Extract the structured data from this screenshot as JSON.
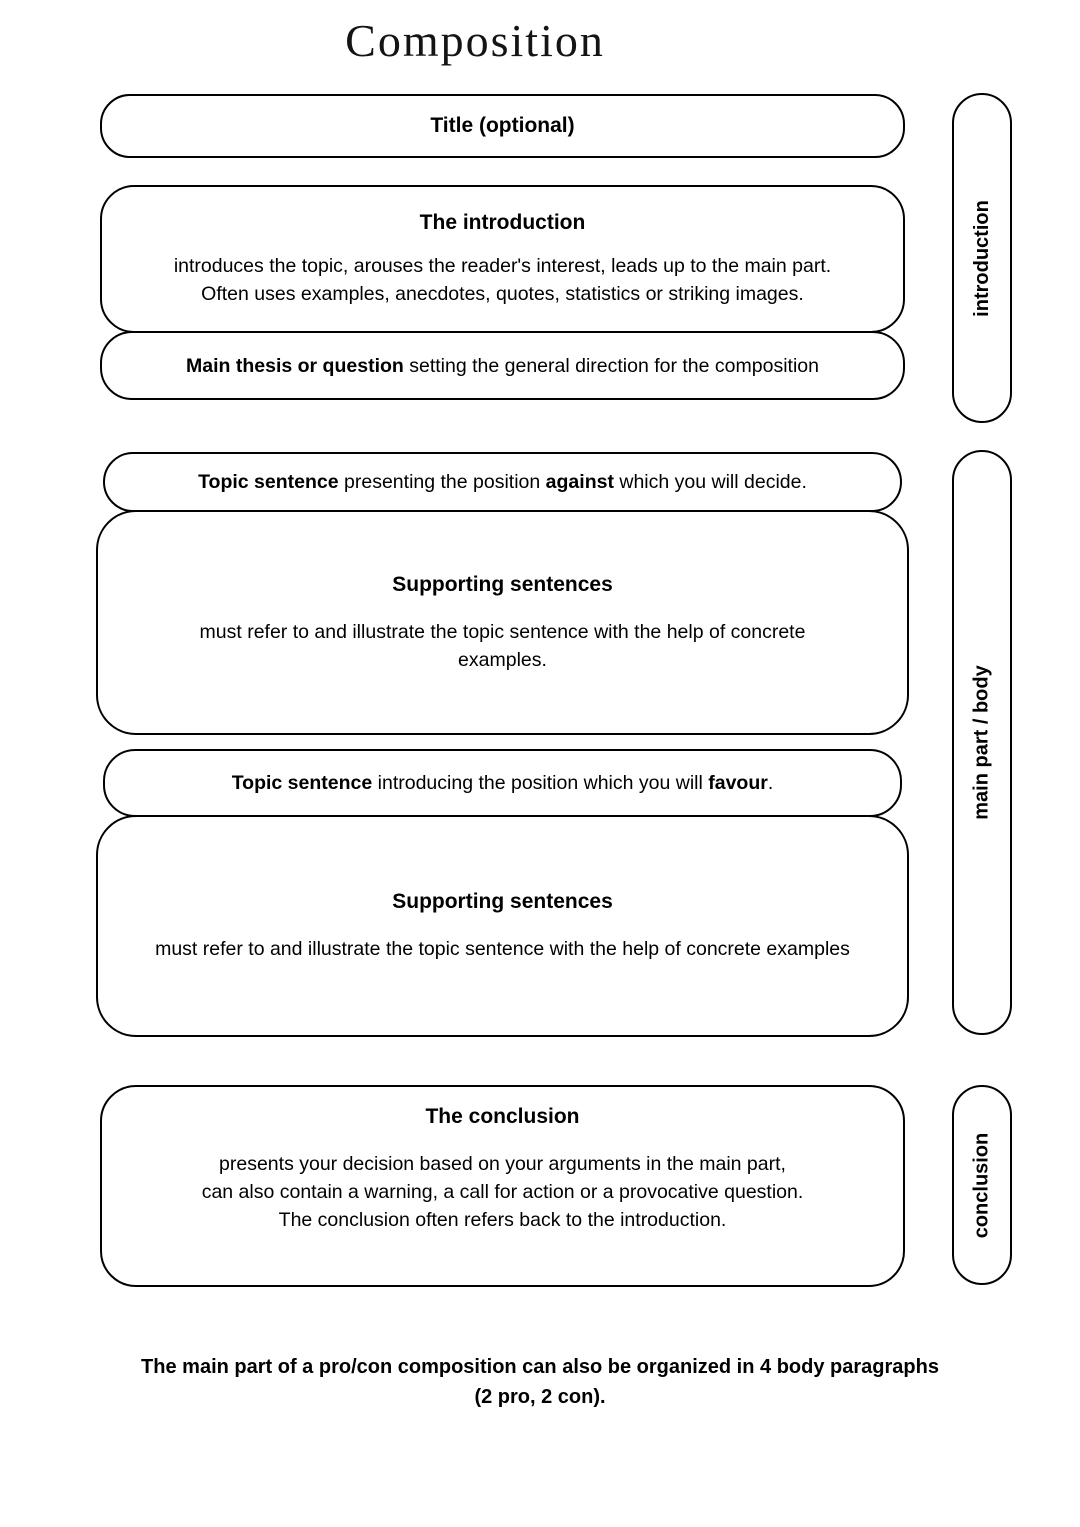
{
  "page": {
    "handwritten_title": "Composition",
    "footnote": "The main part of a pro/con composition can also be organized in 4 body paragraphs\n(2 pro, 2 con)."
  },
  "colors": {
    "ink": "#000000",
    "paper": "#ffffff"
  },
  "boxes": {
    "title": {
      "label": "Title (optional)"
    },
    "introduction": {
      "heading": "The introduction",
      "body": "introduces the topic, arouses the reader's interest, leads up to the main part.\nOften uses examples, anecdotes, quotes, statistics or striking images."
    },
    "thesis": {
      "lead_bold": "Main thesis or question",
      "rest": " setting the general direction for the composition"
    },
    "topic_against": {
      "lead_bold": "Topic sentence",
      "middle": " presenting the position ",
      "emphasis_bold": "against",
      "tail": " which you will decide."
    },
    "supporting_1": {
      "heading": "Supporting sentences",
      "body": "must refer to and illustrate the topic sentence with the help of concrete\nexamples."
    },
    "topic_favour": {
      "lead_bold": "Topic sentence",
      "middle": " introducing the position which you will ",
      "emphasis_bold": "favour",
      "tail": "."
    },
    "supporting_2": {
      "heading": "Supporting sentences",
      "body": "must refer to and illustrate the topic sentence with the help of concrete examples"
    },
    "conclusion": {
      "heading": "The conclusion",
      "body": "presents your decision based on your arguments in the main part,\ncan also contain a warning, a call for action or a provocative question.\nThe conclusion often refers back to the introduction."
    }
  },
  "side_labels": {
    "introduction": "introduction",
    "main_part": "main part / body",
    "conclusion": "conclusion"
  }
}
